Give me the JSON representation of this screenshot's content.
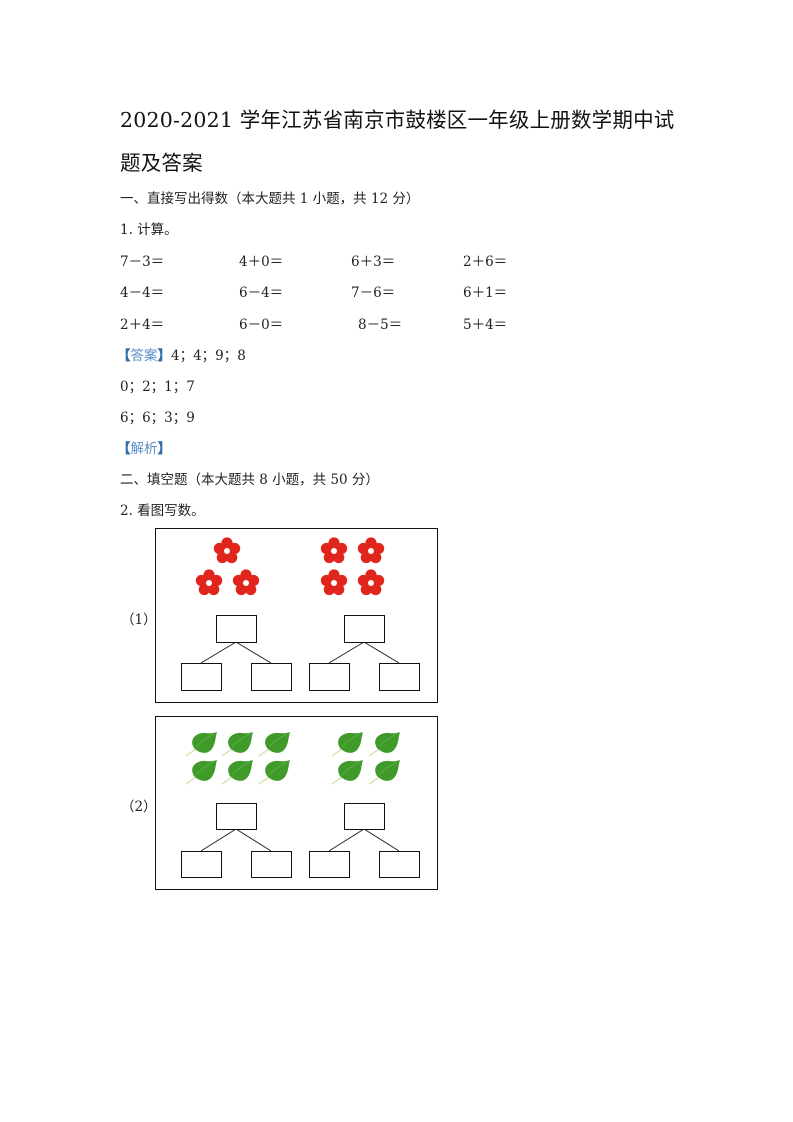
{
  "document": {
    "title_line1": "2020-2021 学年江苏省南京市鼓楼区一年级上册数学期中试",
    "title_line2": "题及答案",
    "section1": {
      "heading": "一、直接写出得数（本大题共 1 小题，共 12 分）",
      "question": "1. 计算。",
      "rows": [
        [
          "7－3＝",
          "4＋0＝",
          "6＋3＝",
          "2＋6＝"
        ],
        [
          "4－4＝",
          "6－4＝",
          "7－6＝",
          "6＋1＝"
        ],
        [
          "2＋4＝",
          "6－0＝",
          "8－5＝",
          "5＋4＝"
        ]
      ],
      "answer_label_open": "【",
      "answer_label_text": "答案",
      "answer_label_close": "】",
      "answers": [
        "4；4；9；8",
        "0；2；1；7",
        "6；6；3；9"
      ],
      "analysis_label_open": "【",
      "analysis_label_text": "解析",
      "analysis_label_close": "】"
    },
    "section2": {
      "heading": "二、填空题（本大题共 8 小题，共 50 分）",
      "question": "2. 看图写数。",
      "figures": [
        {
          "label": "（1）",
          "item": "flower-icon",
          "left_group_count": 3,
          "right_group_count": 4,
          "color": "#e0261c"
        },
        {
          "label": "（2）",
          "item": "leaf-icon",
          "left_group_count": 6,
          "right_group_count": 4,
          "color": "#3f9a2a"
        }
      ]
    }
  }
}
